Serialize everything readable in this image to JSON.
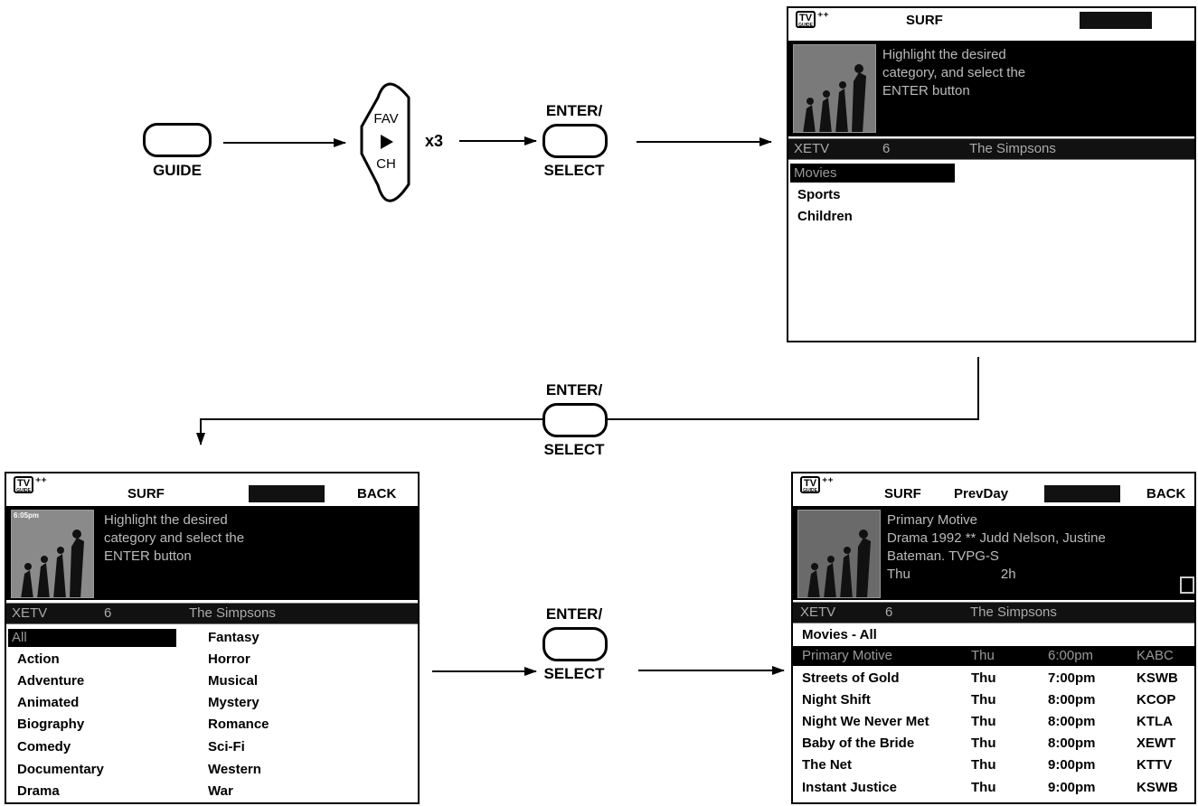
{
  "buttons": {
    "guide_label": "GUIDE",
    "fav_label": "FAV",
    "ch_label": "CH",
    "repeat_label": "x3",
    "enter_label": "ENTER/",
    "select_label": "SELECT"
  },
  "screen1": {
    "surf": "SURF",
    "selected_tab": "",
    "description": "Highlight the desired\ncategory, and select the\nENTER button",
    "channel": "XETV",
    "channel_num": "6",
    "show": "The Simpsons",
    "categories": [
      "Movies",
      "Sports",
      "Children"
    ]
  },
  "screen2": {
    "surf": "SURF",
    "selected_tab": "",
    "back": "BACK",
    "thumb_time": "6:05pm",
    "description": "Highlight the desired\ncategory and select the\nENTER button",
    "channel": "XETV",
    "channel_num": "6",
    "show": "The Simpsons",
    "genres_left": [
      "All",
      "Action",
      "Adventure",
      "Animated",
      "Biography",
      "Comedy",
      "Documentary",
      "Drama"
    ],
    "genres_right": [
      "Fantasy",
      "Horror",
      "Musical",
      "Mystery",
      "Romance",
      "Sci-Fi",
      "Western",
      "War"
    ]
  },
  "screen3": {
    "surf": "SURF",
    "prevday": "PrevDay",
    "selected_tab": "",
    "back": "BACK",
    "description": "Primary Motive\nDrama 1992 ** Judd Nelson, Justine\nBateman. TVPG-S\nThu                        2h",
    "channel": "XETV",
    "channel_num": "6",
    "show": "The Simpsons",
    "list_title": "Movies - All",
    "movies": [
      {
        "title": "Primary Motive",
        "day": "Thu",
        "time": "6:00pm",
        "station": "KABC"
      },
      {
        "title": "Streets of Gold",
        "day": "Thu",
        "time": "7:00pm",
        "station": "KSWB"
      },
      {
        "title": "Night Shift",
        "day": "Thu",
        "time": "8:00pm",
        "station": "KCOP"
      },
      {
        "title": "Night We Never Met",
        "day": "Thu",
        "time": "8:00pm",
        "station": "KTLA"
      },
      {
        "title": "Baby of the Bride",
        "day": "Thu",
        "time": "8:00pm",
        "station": "XEWT"
      },
      {
        "title": "The Net",
        "day": "Thu",
        "time": "9:00pm",
        "station": "KTTV"
      },
      {
        "title": "Instant Justice",
        "day": "Thu",
        "time": "9:00pm",
        "station": "KSWB"
      }
    ]
  },
  "icons": {
    "logo": "tv-guide-logo",
    "play": "play-triangle-icon",
    "arrow": "arrow-right-icon"
  }
}
